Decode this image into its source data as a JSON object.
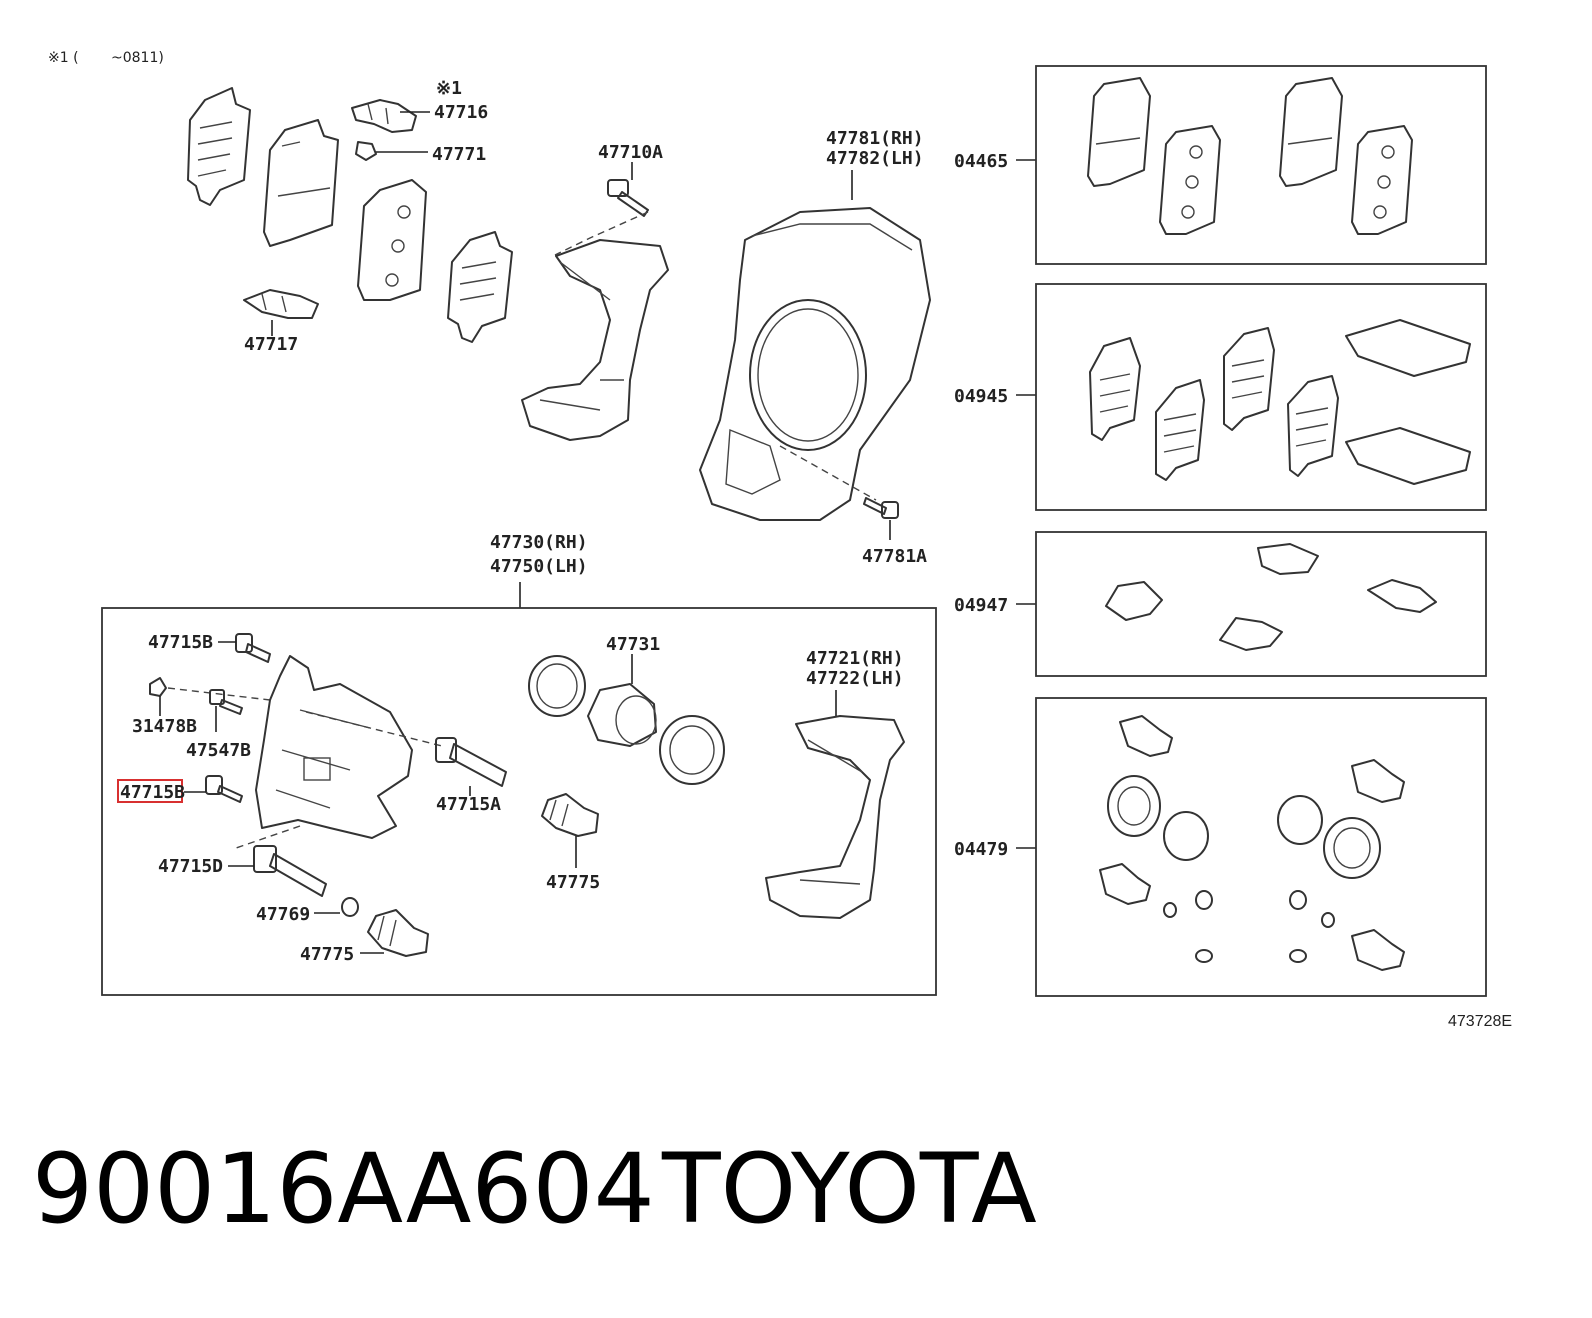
{
  "note": "※1 (　　 ~0811)",
  "note_marker": "※1",
  "labels": {
    "p47716": "47716",
    "p47771": "47771",
    "p47717": "47717",
    "p47710A": "47710A",
    "p47781": "47781(RH)",
    "p47782": "47782(LH)",
    "p47781A": "47781A",
    "p47730": "47730(RH)",
    "p47750": "47750(LH)",
    "p47715B_top": "47715B",
    "p31478B": "31478B",
    "p47547B": "47547B",
    "p47715B_sel": "47715B",
    "p47715D": "47715D",
    "p47769": "47769",
    "p47775_a": "47775",
    "p47715A": "47715A",
    "p47731": "47731",
    "p47775_b": "47775",
    "p47721": "47721(RH)",
    "p47722": "47722(LH)",
    "k04465": "04465",
    "k04945": "04945",
    "k04947": "04947",
    "k04479": "04479"
  },
  "diagram_ref": "473728E",
  "part_number": "90016AA604",
  "brand": "TOYOTA",
  "highlight_color": "#d83030"
}
